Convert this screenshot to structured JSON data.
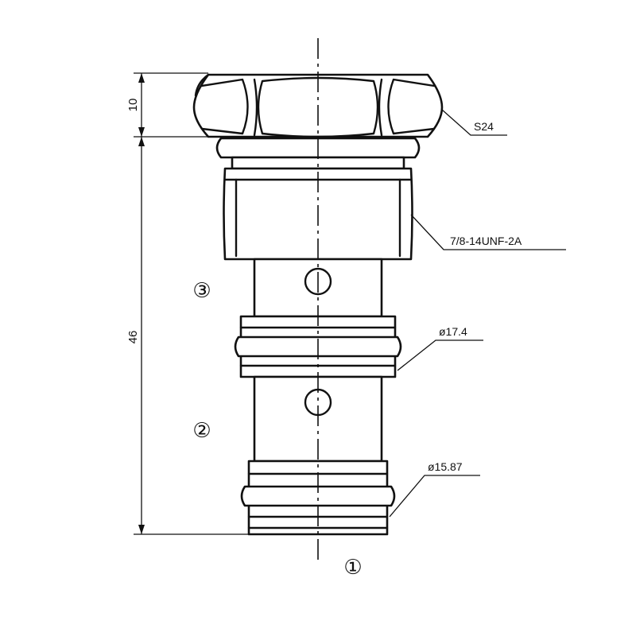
{
  "dimensions": {
    "height_top": "10",
    "height_total": "46"
  },
  "callouts": {
    "hex": "S24",
    "thread": "7/8-14UNF-2A",
    "upper_diameter": "ø17.4",
    "lower_diameter": "ø15.87"
  },
  "ports": {
    "port_1": "①",
    "port_2": "②",
    "port_3": "③"
  }
}
